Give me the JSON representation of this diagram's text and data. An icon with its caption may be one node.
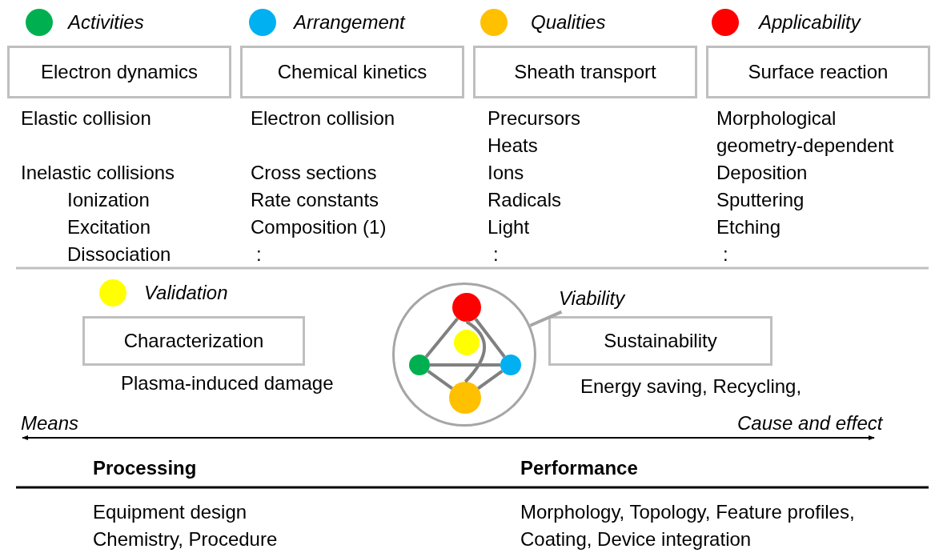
{
  "diagram": {
    "nodes": [
      {
        "text": [
          "Electron dynamics"
        ]
      },
      {
        "text": [
          "Chemical kinetics"
        ]
      },
      {
        "text": [
          "Sheath transport"
        ]
      },
      {
        "text": [
          "Surface reaction"
        ]
      },
      {
        "text": [
          "Characterization"
        ]
      },
      {
        "text": [
          "Sustainability"
        ]
      },
      {
        "text": [],
        "shape": "circle"
      },
      {
        "text": [],
        "shape": "circle",
        "in": 6
      },
      {
        "text": [],
        "shape": "circle",
        "in": 6
      },
      {
        "text": [],
        "shape": "circle",
        "in": 6
      },
      {
        "text": [],
        "shape": "circle",
        "in": 6
      },
      {
        "text": [],
        "shape": "circle",
        "in": 6
      },
      {
        "text": [
          "Viability"
        ]
      }
    ],
    "edges": [
      {
        "from": 7,
        "to": 9,
        "arrow": "none"
      },
      {
        "from": 7,
        "to": 10,
        "arrow": "none"
      },
      {
        "from": 7,
        "to": 11,
        "arrow": "none"
      },
      {
        "from": 9,
        "to": 10,
        "arrow": "none"
      },
      {
        "from": 9,
        "to": 11,
        "arrow": "none"
      },
      {
        "from": 10,
        "to": 11,
        "arrow": "none"
      },
      {
        "from": 12,
        "to": 6,
        "arrow": "none"
      }
    ],
    "labels": [
      "Elastic collision",
      "Inelastic collisions",
      "Ionization",
      "Excitation",
      "Dissociation",
      "Electron collision",
      "Cross sections",
      "Rate constants",
      "Composition (1)",
      ":",
      "Precursors",
      "Heats",
      "Ions",
      "Radicals",
      "Light",
      ":",
      "Morphological geometry-dependent",
      "Deposition",
      "Sputtering",
      "Etching",
      ":",
      "Plasma-induced damage",
      "Energy saving, Recycling,",
      "Means",
      "Cause and effect",
      "Processing",
      "Performance",
      "Equipment design",
      "Chemistry, Procedure",
      "Morphology, Topology, Feature profiles,",
      "Coating, Device integration"
    ],
    "legend": [
      {
        "text": "Activities",
        "color": "#00b050"
      },
      {
        "text": "Arrangement",
        "color": "#00b0f0"
      },
      {
        "text": "Qualities",
        "color": "#ffc000"
      },
      {
        "text": "Applicability",
        "color": "#ff0000"
      },
      {
        "text": "Validation",
        "color": "#ffff00"
      }
    ]
  }
}
